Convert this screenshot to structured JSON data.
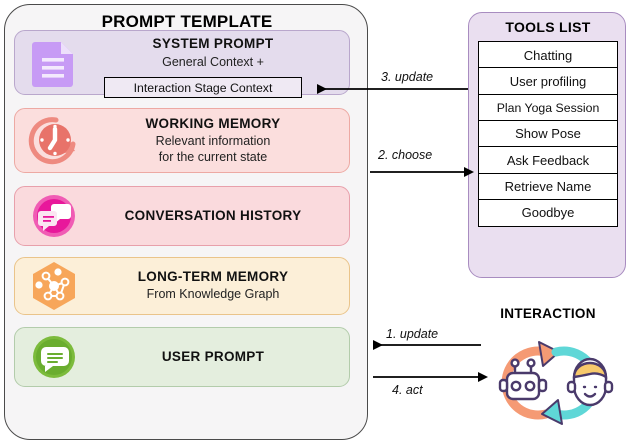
{
  "prompt_template": {
    "title": "PROMPT TEMPLATE",
    "cards": [
      {
        "id": "system",
        "icon": "document-icon",
        "title": "SYSTEM PROMPT",
        "subtitle": "General Context +",
        "inner_box": "Interaction Stage Context",
        "color": "#e4dced"
      },
      {
        "id": "working",
        "icon": "clock-refresh-icon",
        "title": "WORKING MEMORY",
        "subtitle": "Relevant information",
        "subtitle2": "for the current state",
        "color": "#fbdedd"
      },
      {
        "id": "conversation",
        "icon": "chat-bubbles-icon",
        "title": "CONVERSATION HISTORY",
        "subtitle": "",
        "color": "#fadadd"
      },
      {
        "id": "long-term",
        "icon": "knowledge-graph-hexagon-icon",
        "title": "LONG-TERM MEMORY",
        "subtitle": "From Knowledge Graph",
        "color": "#fcefd8"
      },
      {
        "id": "user",
        "icon": "speech-bubble-icon",
        "title": "USER PROMPT",
        "subtitle": "",
        "color": "#e4eede"
      }
    ]
  },
  "tools": {
    "title": "TOOLS LIST",
    "items": [
      "Chatting",
      "User profiling",
      "Plan Yoga Session",
      "Show Pose",
      "Ask Feedback",
      "Retrieve Name",
      "Goodbye"
    ]
  },
  "interaction": {
    "title": "INTERACTION",
    "icon": "robot-human-exchange-icon"
  },
  "arrows": [
    {
      "id": "a3",
      "label": "3. update",
      "direction": "left",
      "from": "tools-list",
      "to": "interaction-stage-context"
    },
    {
      "id": "a2",
      "label": "2. choose",
      "direction": "right",
      "from": "prompt-template",
      "to": "tools-list"
    },
    {
      "id": "a1",
      "label": "1. update",
      "direction": "left",
      "from": "interaction",
      "to": "prompt-template"
    },
    {
      "id": "a4",
      "label": "4. act",
      "direction": "right",
      "from": "prompt-template",
      "to": "interaction"
    }
  ],
  "colors": {
    "background": "#ffffff",
    "panel_fill": "#f6f5f6",
    "panel_stroke": "#4a4a4a",
    "system_purple": "#c79bf5",
    "working_red": "#e8736a",
    "conversation_magenta": "#e8189b",
    "longterm_orange": "#f7a65a",
    "user_green": "#6aad2f",
    "tools_lavender": "#eadff0",
    "interaction_orange": "#f59a74",
    "interaction_teal": "#5fd7d7",
    "interaction_outline": "#4a3a6b"
  }
}
